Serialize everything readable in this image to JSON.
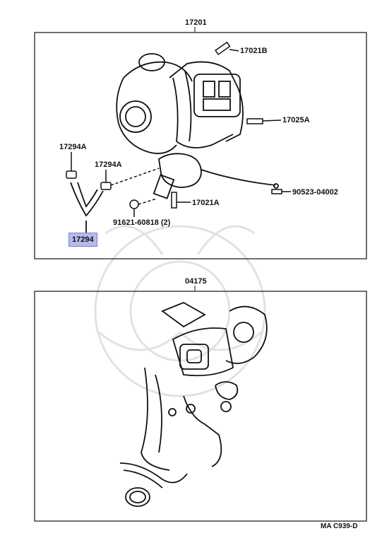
{
  "colors": {
    "line": "#111111",
    "highlight": "#b9b9ec",
    "watermark": "#e2e2e2"
  },
  "top_diagram": {
    "assembly_label": "17201",
    "parts": {
      "stud_b": "17021B",
      "stud_a_top": "17025A",
      "clip_left": "17294A",
      "clip_right": "17294A",
      "hose": "17294",
      "stud_a_bottom": "17021A",
      "nut_count": "91621-60818 (2)",
      "bolt": "90523-04002"
    }
  },
  "bottom_diagram": {
    "assembly_label": "04175"
  },
  "footer": {
    "code": "MA C939-D"
  }
}
